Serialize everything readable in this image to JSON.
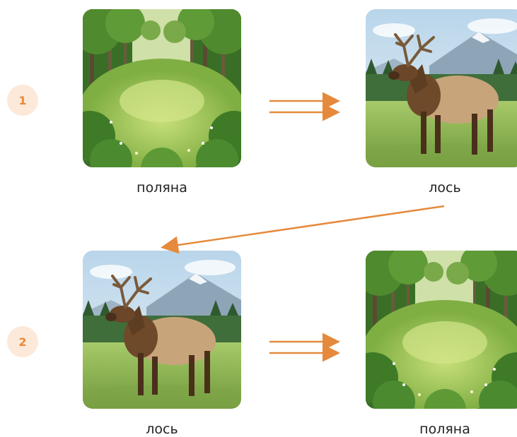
{
  "steps": [
    {
      "number": "1",
      "left": {
        "caption": "поляна",
        "image": "forest-clearing"
      },
      "right": {
        "caption": "лось",
        "image": "elk"
      }
    },
    {
      "number": "2",
      "left": {
        "caption": "лось",
        "image": "elk"
      },
      "right": {
        "caption": "поляна",
        "image": "forest-clearing"
      }
    }
  ],
  "colors": {
    "arrow": "#e58a3c",
    "badge_bg": "#fde9d9",
    "badge_text": "#e58a3c"
  }
}
